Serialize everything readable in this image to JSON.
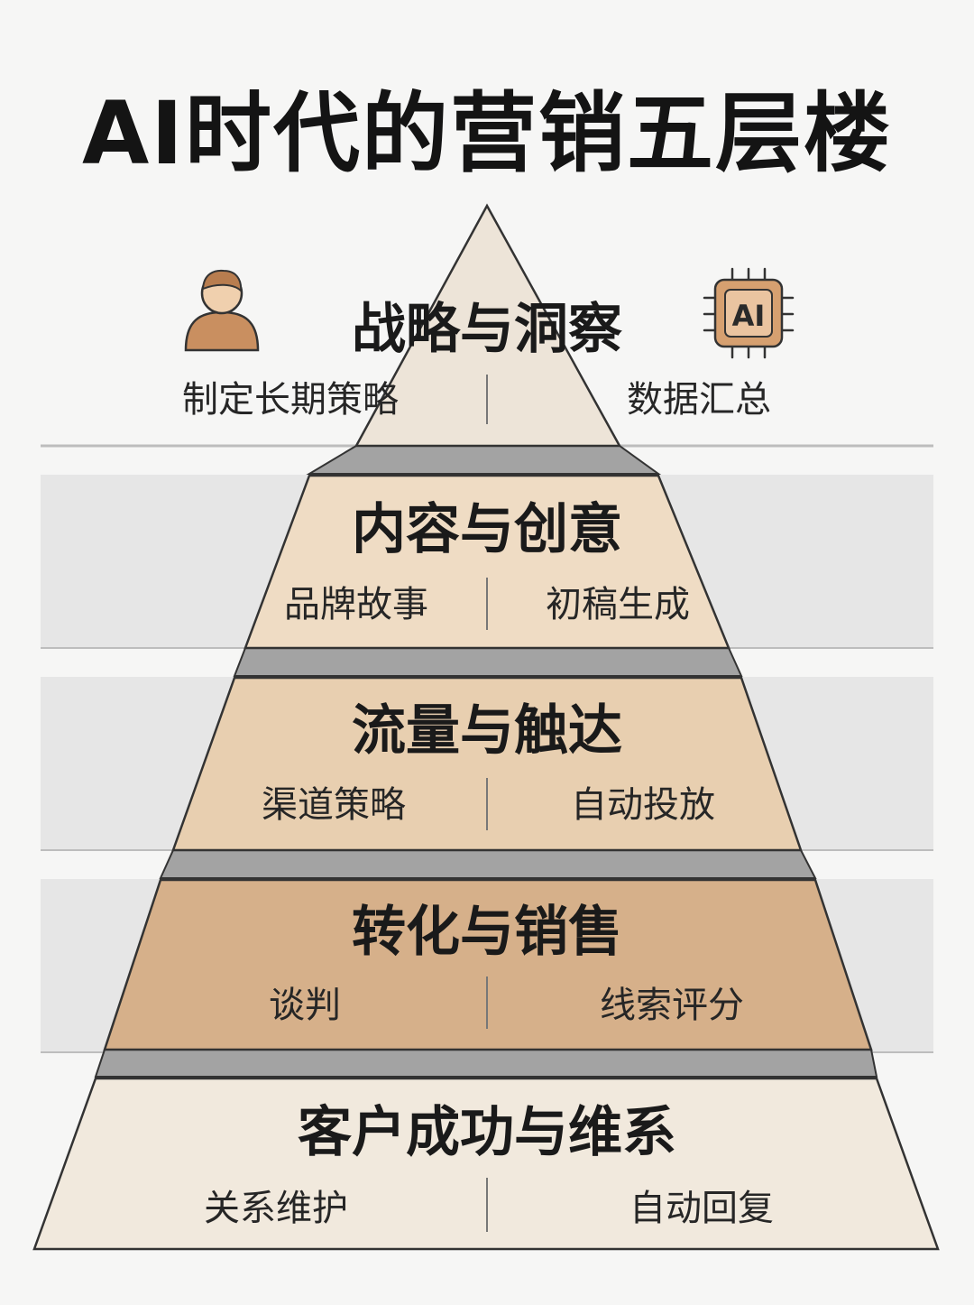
{
  "title": "AI时代的营销五层楼",
  "icons": {
    "left": "person-icon",
    "right": "ai-chip-icon",
    "chip_label": "AI"
  },
  "colors": {
    "background": "#f6f6f5",
    "band": "#e6e6e6",
    "level1": "#ede4d8",
    "level2": "#efdcc4",
    "level3": "#e8cfb0",
    "level4": "#d6b08a",
    "level5": "#f1e9dd",
    "accent": "#b87d4f",
    "outline": "#333333"
  },
  "levels": [
    {
      "title": "战略与洞察",
      "left": "制定长期策略",
      "right": "数据汇总"
    },
    {
      "title": "内容与创意",
      "left": "品牌故事",
      "right": "初稿生成"
    },
    {
      "title": "流量与触达",
      "left": "渠道策略",
      "right": "自动投放"
    },
    {
      "title": "转化与销售",
      "left": "谈判",
      "right": "线索评分"
    },
    {
      "title": "客户成功与维系",
      "left": "关系维护",
      "right": "自动回复"
    }
  ]
}
